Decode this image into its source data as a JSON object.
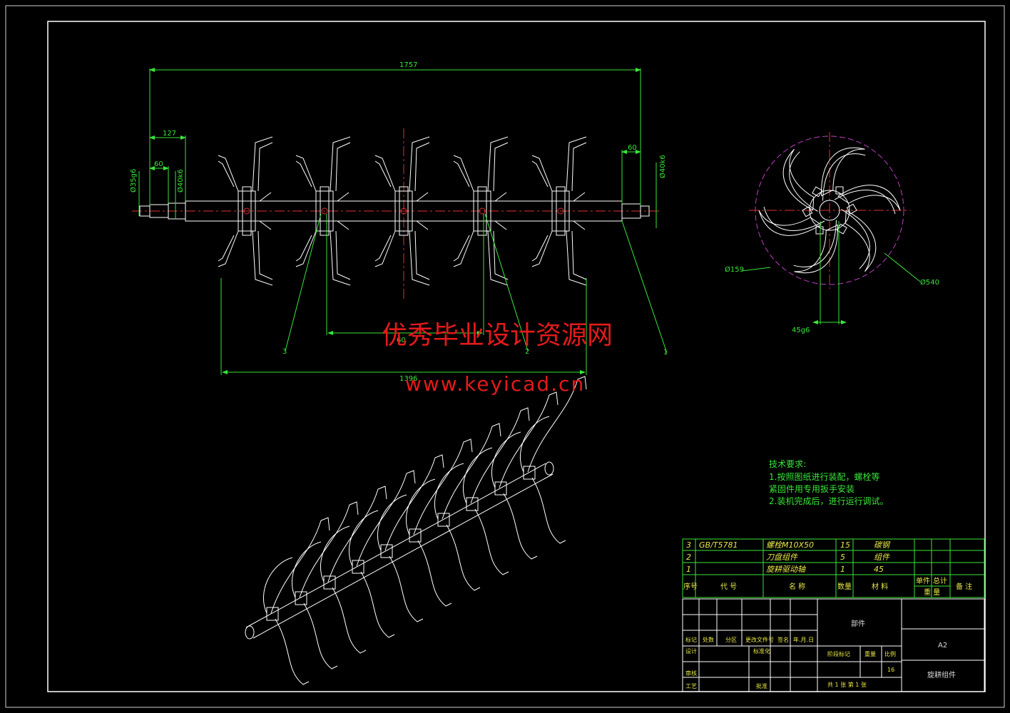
{
  "watermark": {
    "line1": "优秀毕业设计资源网",
    "line2": "www.keyicad.cn"
  },
  "dims": {
    "d1757": "1757",
    "d127": "127",
    "d60a": "60",
    "d60b": "60",
    "d35": "Ø35g6",
    "d40a": "Ø40k6",
    "d40b": "Ø40k6",
    "d60c": "60",
    "d1396": "1396",
    "d159": "Ø159",
    "d540": "Ø540",
    "d45": "45g6"
  },
  "leaders": {
    "l1": "1",
    "l2": "2",
    "l3": "3"
  },
  "tech": {
    "title": "技术要求:",
    "line1": "1.按照图纸进行装配，螺栓等",
    "line2": "紧固件用专用扳手安装",
    "line3": "2.装机完成后，进行运行调试。"
  },
  "bom": {
    "rows": [
      {
        "no": "3",
        "code": "GB/T5781",
        "name": "螺栓M10X50",
        "qty": "15",
        "mat": "碳钢"
      },
      {
        "no": "2",
        "code": "",
        "name": "刀盘组件",
        "qty": "5",
        "mat": "组件"
      },
      {
        "no": "1",
        "code": "",
        "name": "旋耕驱动轴",
        "qty": "1",
        "mat": "45"
      }
    ],
    "header": {
      "no": "序号",
      "code": "代  号",
      "name": "名  称",
      "qty": "数量",
      "mat": "材  料",
      "unit": "单件",
      "total": "总计",
      "weight": "重  量",
      "note": "备  注"
    }
  },
  "titleblock": {
    "part": "部件",
    "size": "A2",
    "drawing_name": "旋耕组件",
    "sheets_label": "共  1  张   第  1  张",
    "stage_mark": "阶段标记",
    "weight": "重量",
    "scale": "比例",
    "scale_value": "16",
    "row_marks": [
      "标记",
      "处数",
      "分区",
      "更改文件号",
      "签名",
      "年.月.日"
    ],
    "design": "设计",
    "standard": "标准化",
    "review": "审核",
    "process": "工艺",
    "approve": "批准"
  }
}
